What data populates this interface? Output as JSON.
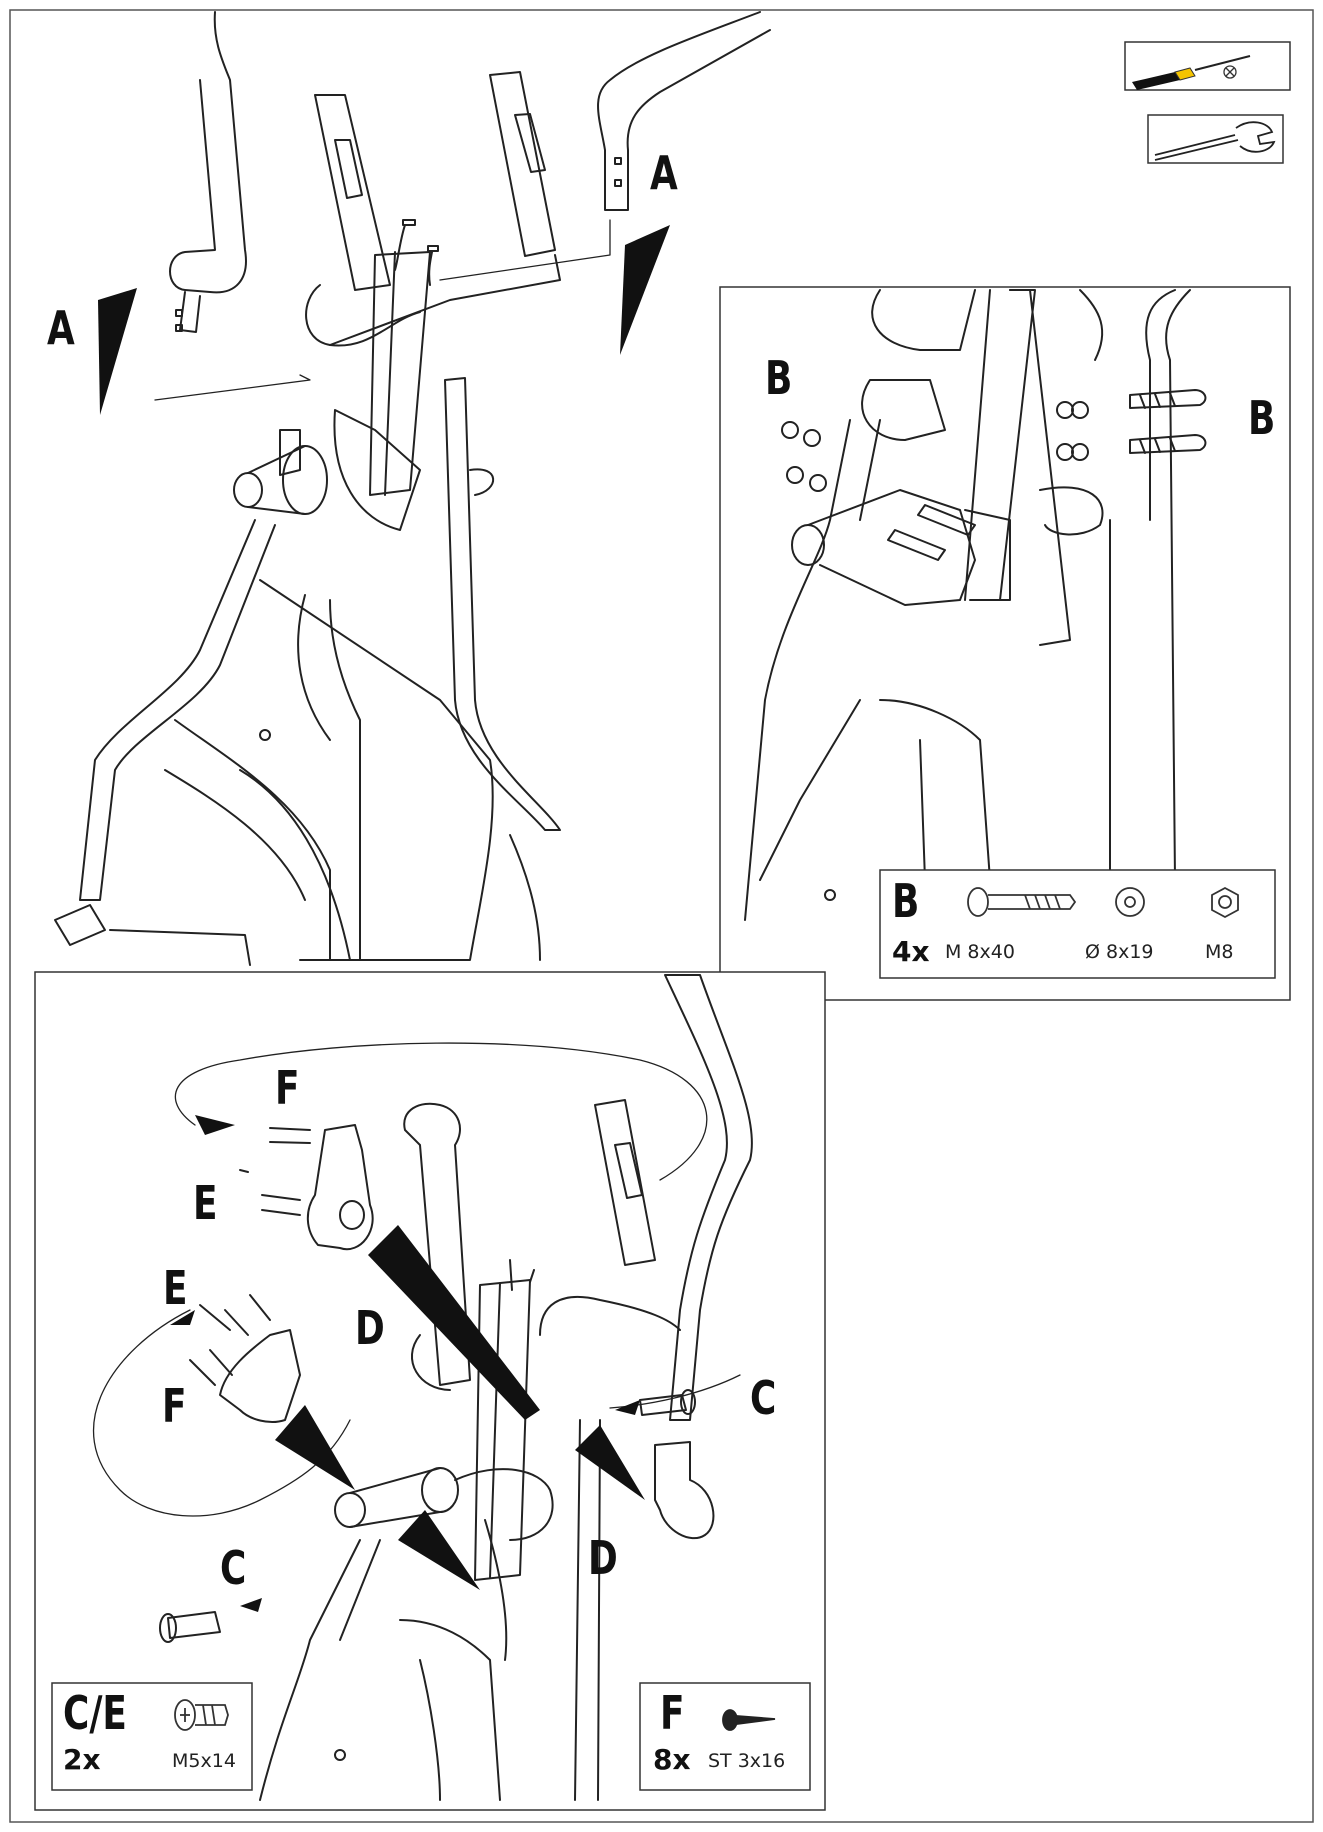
{
  "labels": {
    "A": "A",
    "B": "B",
    "C": "C",
    "D": "D",
    "E": "E",
    "F": "F"
  },
  "legend_B": {
    "letter": "B",
    "qty": "4x",
    "bolt": "M 8x40",
    "washer": "Ø 8x19",
    "nut": "M8"
  },
  "legend_CE": {
    "letter": "C/E",
    "qty": "2x",
    "screw": "M5x14"
  },
  "legend_F": {
    "letter": "F",
    "qty": "8x",
    "screw": "ST 3x16"
  },
  "tools": [
    "screwdriver-icon",
    "wrench-icon"
  ],
  "colors": {
    "line": "#222222",
    "accent": "#f5c400"
  }
}
